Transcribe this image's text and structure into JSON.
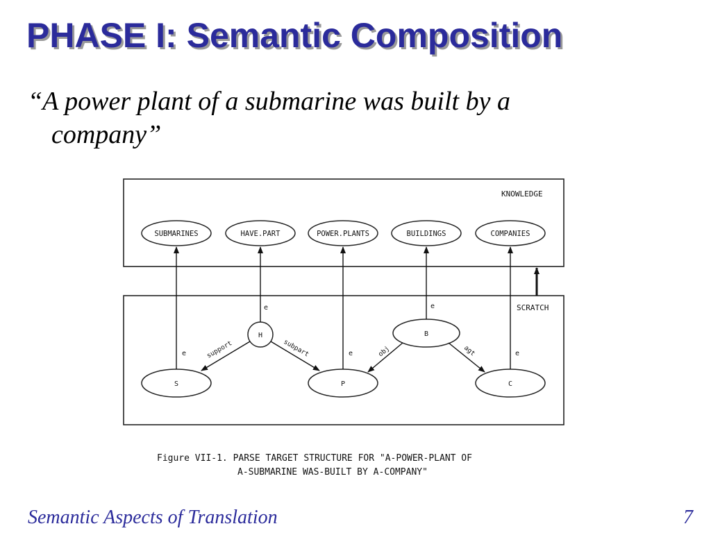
{
  "slide": {
    "title": "PHASE I: Semantic Composition",
    "quote_line1": "“A power plant of a submarine was built by a",
    "quote_line2": "company”",
    "footer_left": "Semantic Aspects of Translation",
    "page_number": "7"
  },
  "figure": {
    "knowledge_label": "KNOWLEDGE",
    "scratch_label": "SCRATCH",
    "concepts": [
      "SUBMARINES",
      "HAVE.PART",
      "POWER.PLANTS",
      "BUILDINGS",
      "COMPANIES"
    ],
    "nodes": {
      "h": "H",
      "b": "B",
      "s": "S",
      "p": "P",
      "c": "C"
    },
    "edge_labels": {
      "e": "e",
      "support": "support",
      "subpart": "subpart",
      "obj": "obj",
      "agt": "agt"
    },
    "caption_line1": "Figure VII-1.  PARSE TARGET STRUCTURE FOR \"A-POWER-PLANT OF",
    "caption_line2": "A-SUBMARINE WAS-BUILT BY A-COMPANY\""
  },
  "colors": {
    "title": "#2b2b9b",
    "footer": "#2b2b9b"
  }
}
